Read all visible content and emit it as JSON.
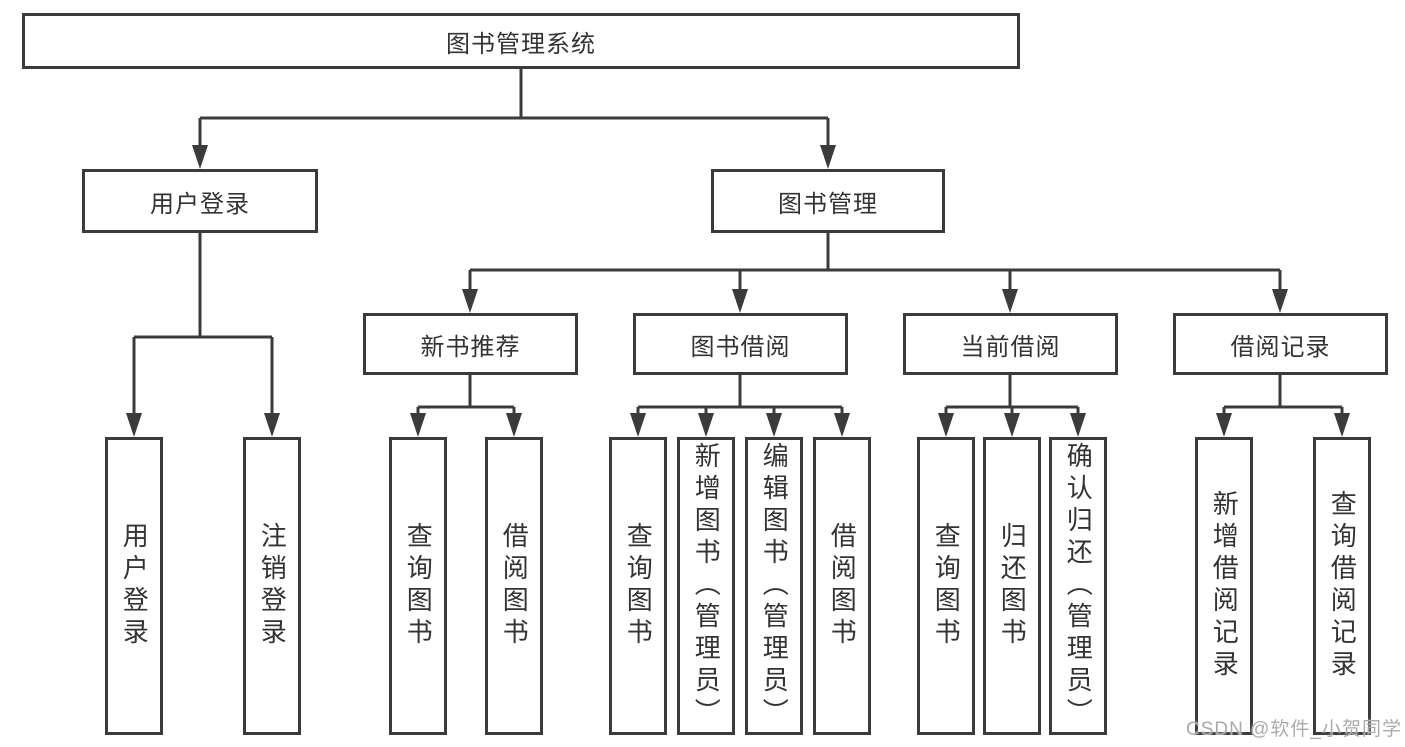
{
  "tree": {
    "root": {
      "label": "图书管理系统"
    },
    "level2": [
      {
        "label": "用户登录",
        "children": [
          {
            "label": "用户登录"
          },
          {
            "label": "注销登录"
          }
        ]
      },
      {
        "label": "图书管理",
        "children": [
          {
            "label": "新书推荐",
            "children": [
              {
                "label": "查询图书"
              },
              {
                "label": "借阅图书"
              }
            ]
          },
          {
            "label": "图书借阅",
            "children": [
              {
                "label": "查询图书"
              },
              {
                "label": "新增图书（管理员）"
              },
              {
                "label": "编辑图书（管理员）"
              },
              {
                "label": "借阅图书"
              }
            ]
          },
          {
            "label": "当前借阅",
            "children": [
              {
                "label": "查询图书"
              },
              {
                "label": "归还图书"
              },
              {
                "label": "确认归还（管理员）"
              }
            ]
          },
          {
            "label": "借阅记录",
            "children": [
              {
                "label": "新增借阅记录"
              },
              {
                "label": "查询借阅记录"
              }
            ]
          }
        ]
      }
    ]
  },
  "watermark": {
    "text": "CSDN @软件_小贺同学"
  },
  "colors": {
    "line": "#3b3b3b",
    "text": "#333333",
    "box_background": "#ffffff",
    "page_background": "#ffffff",
    "watermark": "#ababab"
  }
}
